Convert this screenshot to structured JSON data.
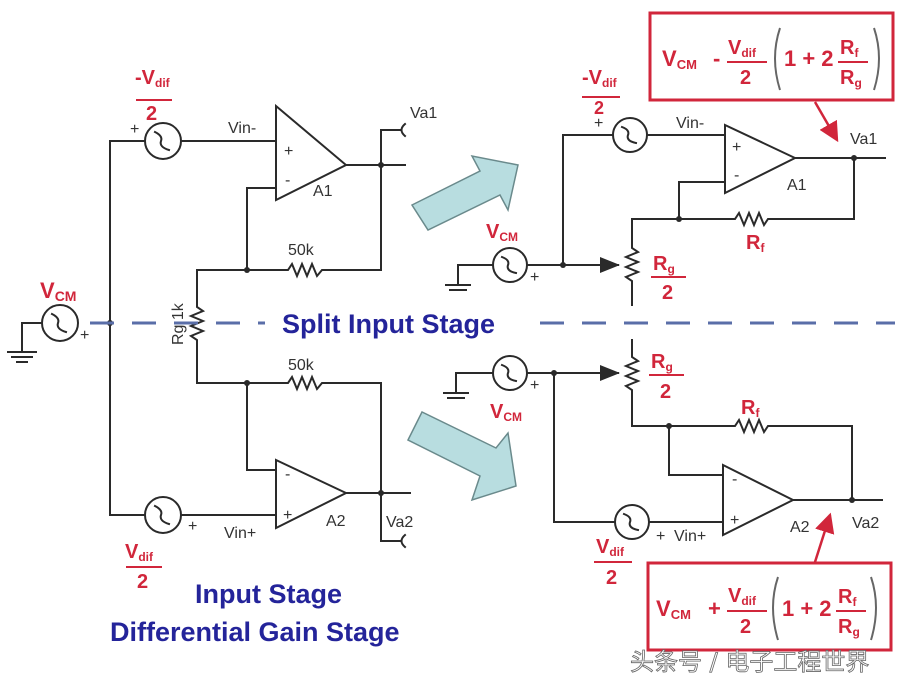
{
  "title_split": "Split Input Stage",
  "title_input_stage": "Input Stage",
  "title_diff_gain": "Differential Gain Stage",
  "colors": {
    "accent_red": "#d1263b",
    "title_blue": "#24249a",
    "arrow_fill": "#b8dde0",
    "wire": "#2a2a2a"
  },
  "left": {
    "vcm": "V",
    "vcm_sub": "CM",
    "src_top_num": "-V",
    "src_top_sub": "dif",
    "src_top_den": "2",
    "src_bot_num": "V",
    "src_bot_sub": "dif",
    "src_bot_den": "2",
    "vin_minus": "Vin-",
    "vin_plus": "Vin+",
    "amp1": "A1",
    "amp2": "A2",
    "rf_top": "50k",
    "rf_bot": "50k",
    "rg": "Rg 1k",
    "out1": "Va1",
    "out2": "Va2",
    "plus": "+",
    "minus": "-"
  },
  "right": {
    "vcm": "V",
    "vcm_sub": "CM",
    "src_top_num": "-V",
    "src_top_sub": "dif",
    "src_top_den": "2",
    "src_bot_num": "V",
    "src_bot_sub": "dif",
    "src_bot_den": "2",
    "vin_minus": "Vin-",
    "vin_plus": "Vin+",
    "amp1": "A1",
    "amp2": "A2",
    "rf": "R",
    "rf_sub": "f",
    "rg_num": "R",
    "rg_sub": "g",
    "rg_den": "2",
    "out1": "Va1",
    "out2": "Va2",
    "plus": "+",
    "minus": "-"
  },
  "formula_top": {
    "vcm": "V",
    "vcm_sub": "CM",
    "op": "-",
    "num": "V",
    "num_sub": "dif",
    "den": "2",
    "one_plus_two": "1 + 2",
    "rf": "R",
    "rf_sub": "f",
    "rg": "R",
    "rg_sub": "g"
  },
  "formula_bot": {
    "vcm": "V",
    "vcm_sub": "CM",
    "op": "+",
    "num": "V",
    "num_sub": "dif",
    "den": "2",
    "one_plus_two": "1 + 2",
    "rf": "R",
    "rf_sub": "f",
    "rg": "R",
    "rg_sub": "g"
  },
  "watermark": "头条号 / 电子工程世界"
}
